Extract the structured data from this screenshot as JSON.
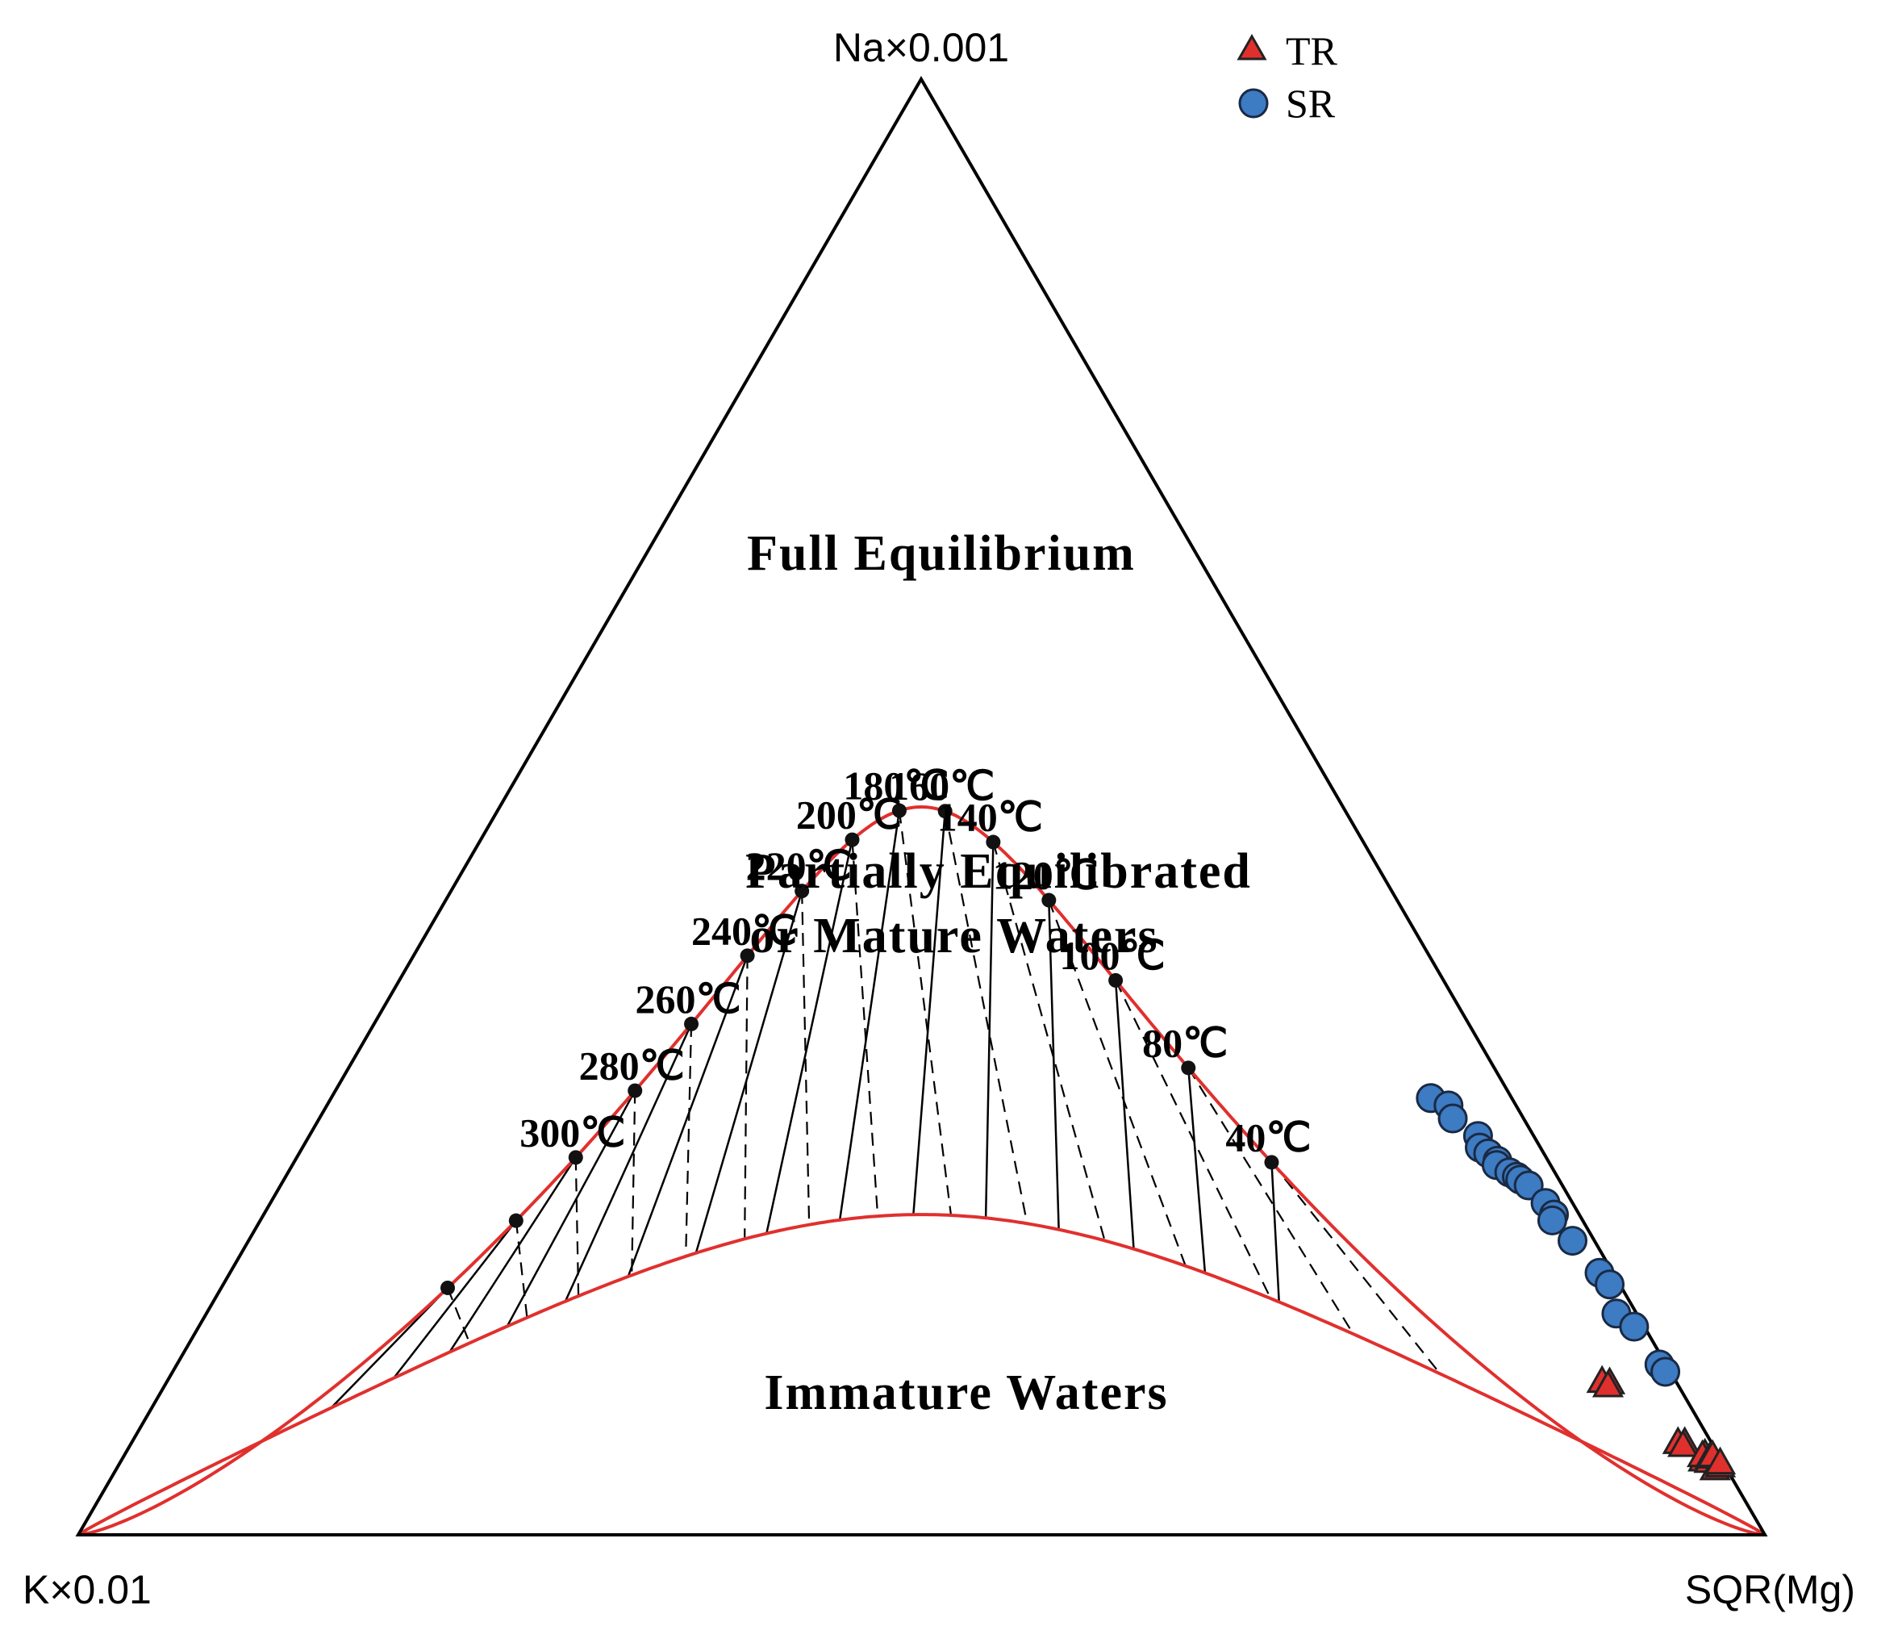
{
  "chart_data": {
    "type": "ternary",
    "vertices": {
      "top": "Na×0.001",
      "left": "K×0.01",
      "right": "SQR(Mg)"
    },
    "regions": [
      {
        "id": "full",
        "label": "Full Equilibrium"
      },
      {
        "id": "partial-1",
        "label": "Partially Equilibrated"
      },
      {
        "id": "partial-2",
        "label": "or Mature Waters"
      },
      {
        "id": "immature",
        "label": "Immature Waters"
      }
    ],
    "isotherms": [
      {
        "label": "300℃",
        "t": 0.2233,
        "shown": true
      },
      {
        "label": "",
        "t": 0.1935,
        "shown": false
      },
      {
        "label": "",
        "t": 0.1617,
        "shown": false
      },
      {
        "label": "280℃",
        "t": 0.2556,
        "shown": true
      },
      {
        "label": "260℃",
        "t": 0.2898,
        "shown": true
      },
      {
        "label": "240℃",
        "t": 0.3287,
        "shown": true
      },
      {
        "label": "220℃",
        "t": 0.373,
        "shown": true
      },
      {
        "label": "200℃",
        "t": 0.4215,
        "shown": true
      },
      {
        "label": "180℃",
        "t": 0.474,
        "shown": true
      },
      {
        "label": "160℃",
        "t": 0.528,
        "shown": true
      },
      {
        "label": "140℃",
        "t": 0.5813,
        "shown": true
      },
      {
        "label": "120℃",
        "t": 0.634,
        "shown": true
      },
      {
        "label": "100℃",
        "t": 0.686,
        "shown": true
      },
      {
        "label": "80℃",
        "t": 0.733,
        "shown": true
      },
      {
        "label": "40℃",
        "t": 0.779,
        "shown": true
      }
    ],
    "legend_position": "top-right",
    "series": [
      {
        "name": "TR",
        "marker": "triangle",
        "color": "#e0302e",
        "points": [
          {
            "na": 0.051,
            "k": 0.011
          },
          {
            "na": 0.05,
            "k": 0.008
          },
          {
            "na": 0.045,
            "k": 0.007
          },
          {
            "na": 0.063,
            "k": 0.02
          },
          {
            "na": 0.063,
            "k": 0.016
          },
          {
            "na": 0.061,
            "k": 0.018
          },
          {
            "na": 0.105,
            "k": 0.044
          },
          {
            "na": 0.104,
            "k": 0.04
          },
          {
            "na": 0.102,
            "k": 0.042
          },
          {
            "na": 0.055,
            "k": 0.008
          },
          {
            "na": 0.054,
            "k": 0.01
          },
          {
            "na": 0.053,
            "k": 0.006
          },
          {
            "na": 0.054,
            "k": 0.004
          },
          {
            "na": 0.047,
            "k": 0.003
          },
          {
            "na": 0.049,
            "k": 0.002
          }
        ]
      },
      {
        "name": "SR",
        "marker": "circle",
        "color": "#3d7bc2",
        "points": [
          {
            "na": 0.3,
            "k": 0.048
          },
          {
            "na": 0.295,
            "k": 0.04
          },
          {
            "na": 0.286,
            "k": 0.042
          },
          {
            "na": 0.274,
            "k": 0.033
          },
          {
            "na": 0.266,
            "k": 0.036
          },
          {
            "na": 0.262,
            "k": 0.033
          },
          {
            "na": 0.257,
            "k": 0.03
          },
          {
            "na": 0.254,
            "k": 0.032
          },
          {
            "na": 0.249,
            "k": 0.027
          },
          {
            "na": 0.246,
            "k": 0.024
          },
          {
            "na": 0.244,
            "k": 0.023
          },
          {
            "na": 0.24,
            "k": 0.02
          },
          {
            "na": 0.228,
            "k": 0.016
          },
          {
            "na": 0.22,
            "k": 0.015
          },
          {
            "na": 0.216,
            "k": 0.018
          },
          {
            "na": 0.202,
            "k": 0.013
          },
          {
            "na": 0.18,
            "k": 0.008
          },
          {
            "na": 0.172,
            "k": 0.006
          },
          {
            "na": 0.152,
            "k": 0.012
          },
          {
            "na": 0.143,
            "k": 0.006
          },
          {
            "na": 0.117,
            "k": 0.004
          },
          {
            "na": 0.112,
            "k": 0.003
          }
        ]
      }
    ]
  },
  "colors": {
    "equilibrium_curve": "#e0302e",
    "triangle_edge": "#000000",
    "tieline": "#000000"
  }
}
